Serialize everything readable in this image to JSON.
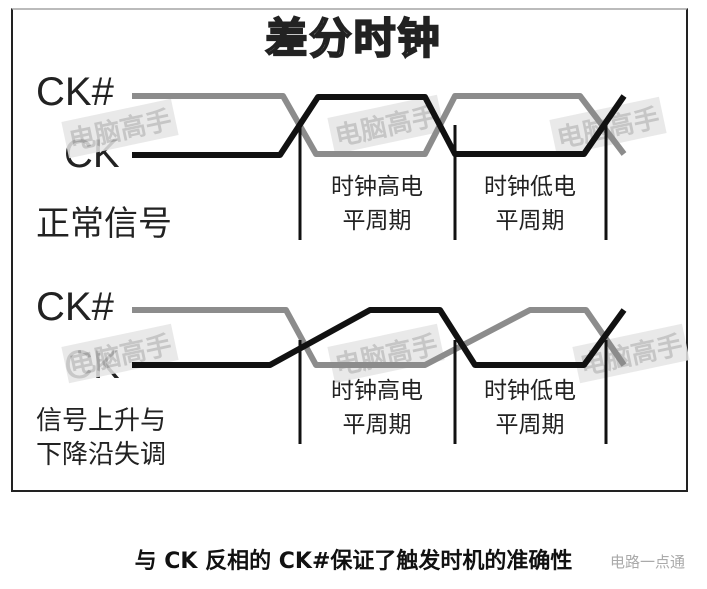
{
  "title": "差分时钟",
  "top": {
    "ck_hash": "CK#",
    "ck": "CK",
    "caption": "正常信号",
    "box_high": "时钟高电平周期",
    "box_high_l1": "时钟高电",
    "box_high_l2": "平周期",
    "box_low_l1": "时钟低电",
    "box_low_l2": "平周期"
  },
  "bottom": {
    "ck_hash": "CK#",
    "ck": "CK",
    "caption_l1": "信号上升与",
    "caption_l2": "下降沿失调",
    "box_high_l1": "时钟高电",
    "box_high_l2": "平周期",
    "box_low_l1": "时钟低电",
    "box_low_l2": "平周期"
  },
  "watermark": "电脑高手",
  "caption": "与 CK 反相的 CK#保证了触发时机的准确性",
  "corner_text": "电路一点通",
  "colors": {
    "ck": "#111111",
    "ck_hash": "#8c8c8c"
  }
}
